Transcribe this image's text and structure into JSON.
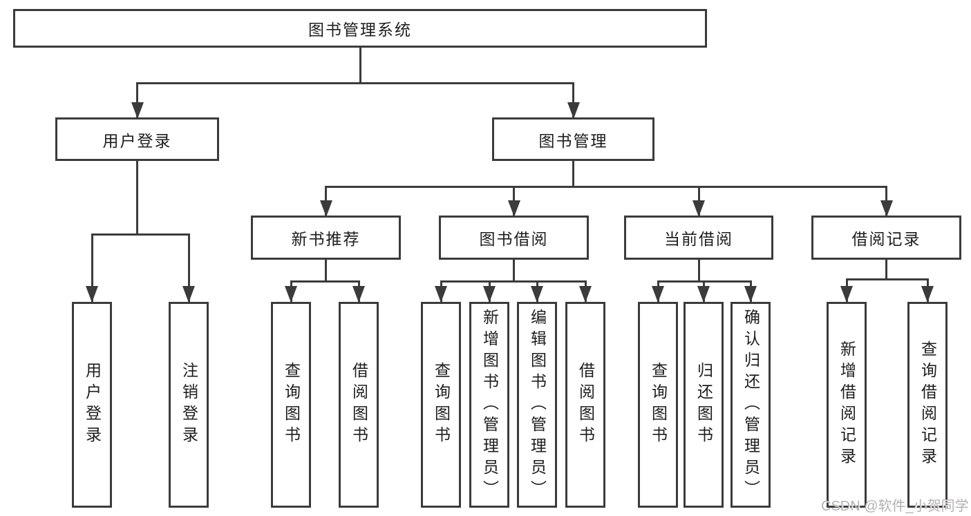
{
  "diagram": {
    "type": "tree",
    "root": {
      "label": "图书管理系统"
    },
    "level2": [
      {
        "label": "用户登录"
      },
      {
        "label": "图书管理"
      }
    ],
    "level3": [
      {
        "label": "新书推荐",
        "parent": "图书管理"
      },
      {
        "label": "图书借阅",
        "parent": "图书管理"
      },
      {
        "label": "当前借阅",
        "parent": "图书管理"
      },
      {
        "label": "借阅记录",
        "parent": "图书管理"
      }
    ],
    "leaves": {
      "user_login": [
        "用户登录",
        "注销登录"
      ],
      "new_book_recommend": [
        "查询图书",
        "借阅图书"
      ],
      "book_borrowing": [
        "查询图书",
        "新增图书（管理员）",
        "编辑图书（管理员）",
        "借阅图书"
      ],
      "current_borrowing": [
        "查询图书",
        "归还图书",
        "确认归还（管理员）"
      ],
      "borrowing_records": [
        "新增借阅记录",
        "查询借阅记录"
      ]
    },
    "colors": {
      "line": "#3b3b3b",
      "text": "#1d1d1d",
      "box_background": "#ffffff",
      "watermark_text": "#b3b2b0"
    }
  },
  "watermark": {
    "label": "CSDN @软件_小贺同学"
  }
}
